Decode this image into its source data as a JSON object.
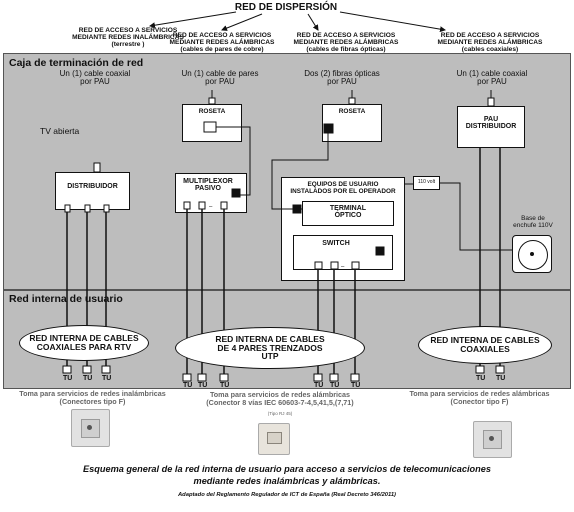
{
  "top": {
    "red_dispersion": "RED DE  DISPERSIÓN",
    "labels": [
      "RED DE ACCESO A SERVICIOS\nMEDIANTE REDES INALÁMBRICAS\n(terrestre )",
      "RED DE ACCESO A SERVICIOS\nMEDIANTE REDES ALÁMBRICAS\n(cables de pares de cobre)",
      "RED DE ACCESO A SERVICIOS\nMEDIANTE REDES ALÁMBRICAS\n(cables de fibras ópticas)",
      "RED DE ACCESO A SERVICIOS\nMEDIANTE REDES ALÁMBRICAS\n(cables coaxiales)"
    ]
  },
  "caja": {
    "title": "Caja de terminación de red",
    "cable_coax_left": "Un (1) cable coaxial\npor PAU",
    "tv_abierta": "TV abierta",
    "distribuidor": "DISTRIBUIDOR",
    "cable_pares": "Un (1) cable de pares\npor PAU",
    "roseta_1": "ROSETA",
    "multiplexor": "MULTIPLEXOR\nPASIVO",
    "fibras": "Dos (2) fibras ópticas\npor PAU",
    "roseta_2": "ROSETA",
    "equipos": "EQUIPOS DE USUARIO\nINSTALADOS POR EL OPERADOR",
    "terminal": "TERMINAL\nÓPTICO",
    "switch": "SWITCH",
    "volt_label": "110 volt",
    "cable_coax_right": "Un (1) cable coaxial\npor PAU",
    "pau": "PAU\nDISTRIBUIDOR",
    "base_enchufe": "Base de\nenchufe 110V"
  },
  "interna": {
    "title": "Red interna de usuario",
    "ellipse_1": "RED INTERNA DE CABLES\nCOAXIALES PARA RTV",
    "ellipse_2": "RED INTERNA DE CABLES\nDE 4 PARES TRENZADOS\nUTP",
    "ellipse_3": "RED INTERNA DE CABLES\nCOAXIALES",
    "tu": "TU",
    "toma_1": "Toma para servicios de redes inalámbricas\n(Conectores tipo F)",
    "toma_2": "Toma para servicios de redes alámbricas\n(Conector 8 vías IEC 60603-7-4,5,41,5,(7,71)",
    "toma_2_note": "(Tipo RJ 45)",
    "toma_3": "Toma para servicios de redes alámbricas\n(Conector tipo F)"
  },
  "caption": {
    "main": "Esquema general de la red interna de usuario para acceso a servicios de telecomunicaciones\nmediante redes inalámbricas y alámbricas.",
    "source": "Adaptado del Reglamento Regulador de ICT de España (Real Decreto 346/2011)"
  }
}
